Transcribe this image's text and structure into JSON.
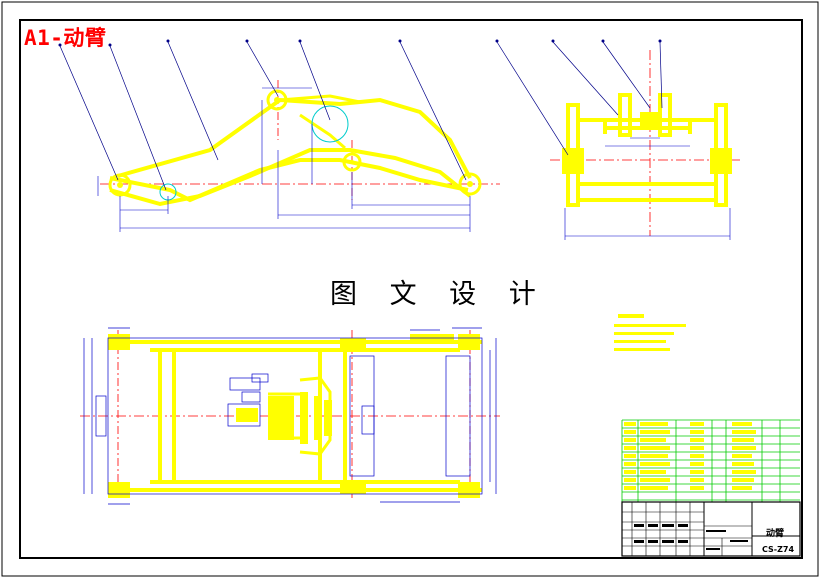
{
  "drawing_tag": "A1-动臂",
  "center_title": "图 文 设 计",
  "title_block": {
    "part_name": "动臂",
    "drawing_code": "CS-Z74"
  },
  "colors": {
    "outline": "#ffff00",
    "dimension": "#0000cc",
    "centerline": "#ff0000",
    "border": "#000000",
    "bom_grid": "#00cc00",
    "leader": "#000088"
  }
}
